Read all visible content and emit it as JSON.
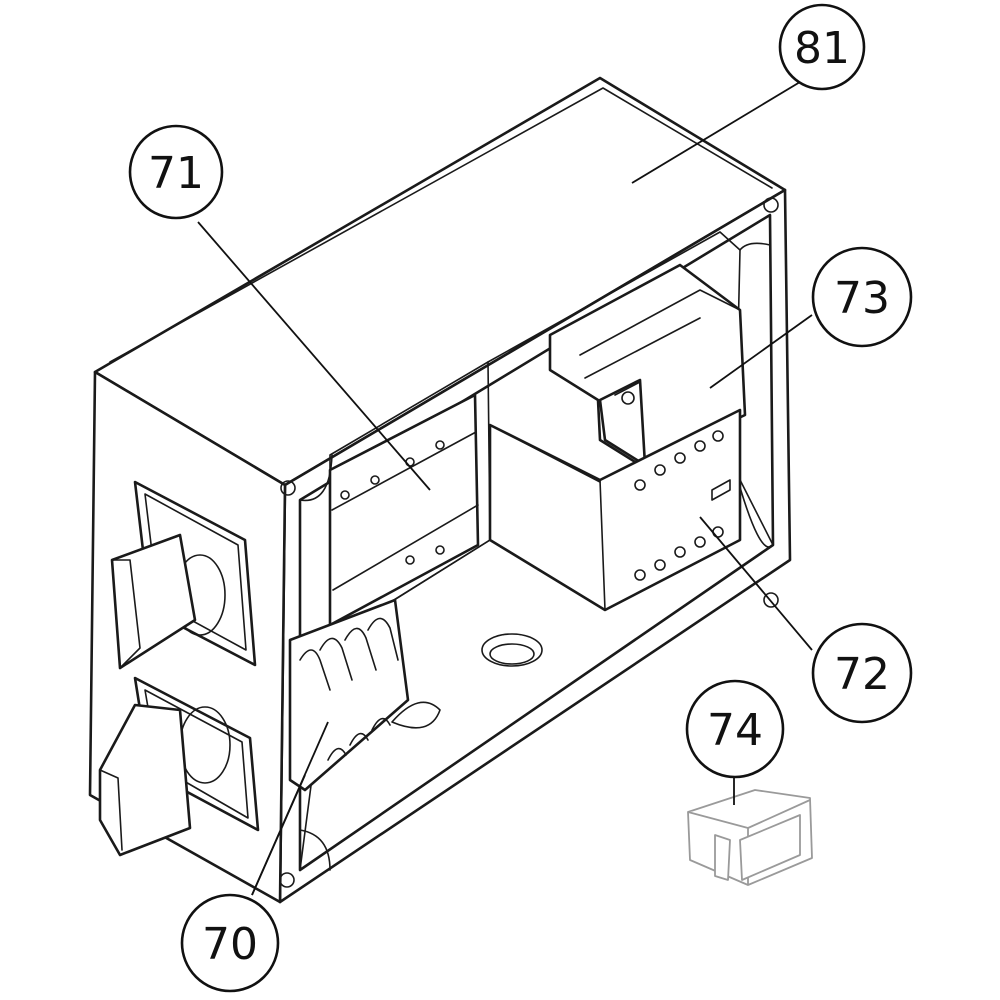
{
  "callouts": [
    {
      "id": "81",
      "label": "81",
      "part": "enclosure-box"
    },
    {
      "id": "71",
      "label": "71",
      "part": "upper-terminal-module"
    },
    {
      "id": "73",
      "label": "73",
      "part": "upper-right-relay"
    },
    {
      "id": "72",
      "label": "72",
      "part": "lower-right-relay"
    },
    {
      "id": "74",
      "label": "74",
      "part": "rocker-switch"
    },
    {
      "id": "70",
      "label": "70",
      "part": "lower-terminal-module"
    }
  ],
  "colors": {
    "line": "#1a1a1a",
    "background": "#ffffff",
    "faint_part": "#9a9a9a"
  }
}
